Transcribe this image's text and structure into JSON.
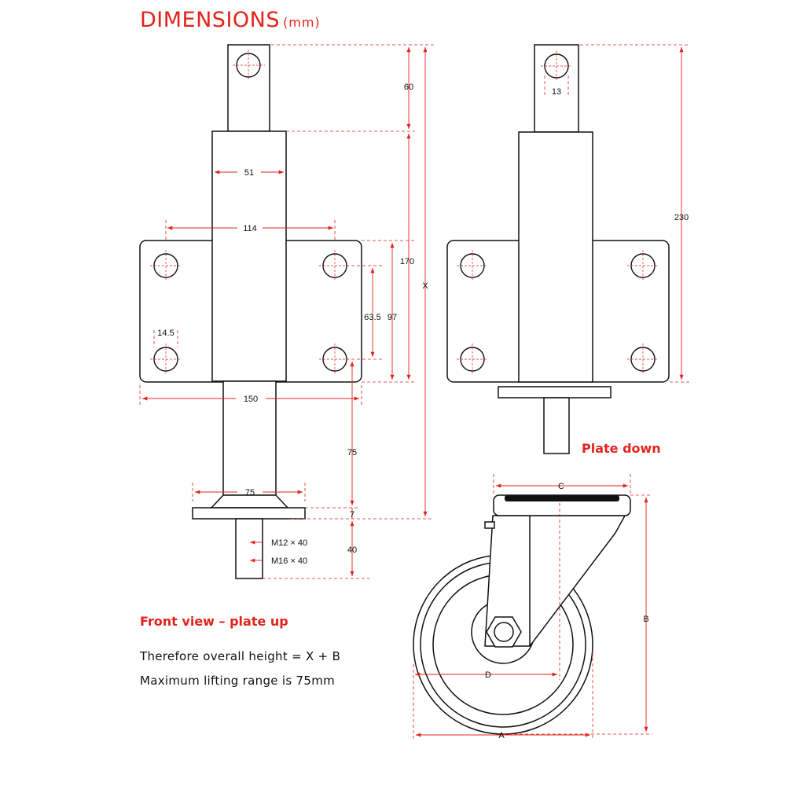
{
  "title": {
    "main": "DIMENSIONS",
    "unit": "(mm)"
  },
  "views": {
    "front": "Front view – plate up",
    "side": "Plate down"
  },
  "notes": {
    "overall_height": "Therefore overall height = X + B",
    "lifting_range": "Maximum lifting range is 75mm"
  },
  "dimensions": {
    "pin_height": "60",
    "body_width": "51",
    "hole_spacing_h": "114",
    "total_body": "170",
    "overall_x": "X",
    "hole_spacing_v": "63.5",
    "plate_height": "97",
    "hole_dia": "14.5",
    "plate_width": "150",
    "lift": "75",
    "foot_width": "75",
    "foot_thickness": "7",
    "thread_length": "40",
    "thread_m12": "M12 × 40",
    "thread_m16": "M16 × 40",
    "pin_hole": "13",
    "side_height": "230",
    "caster_c": "C",
    "caster_b": "B",
    "caster_d": "D",
    "caster_a": "A"
  },
  "colors": {
    "accent": "#e3231c",
    "line": "#111111"
  }
}
